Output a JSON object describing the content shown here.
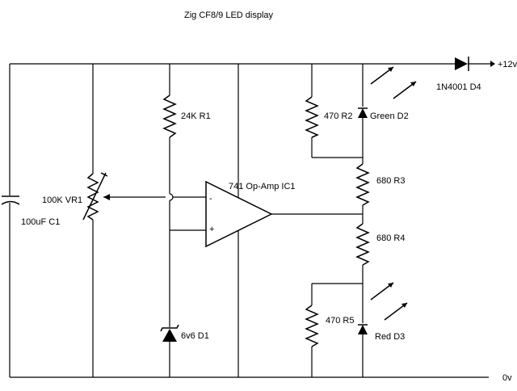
{
  "title": "Zig CF8/9 LED display",
  "rails": {
    "positive": "+12v",
    "ground": "0v"
  },
  "components": {
    "c1": "100uF C1",
    "vr1": "100K VR1",
    "r1": "24K R1",
    "d1": "6v6 D1",
    "ic1": "741 Op-Amp IC1",
    "ic1_inv": "-",
    "ic1_noninv": "+",
    "r2": "470 R2",
    "d2": "Green D2",
    "r3": "680 R3",
    "r4": "680 R4",
    "r5": "470 R5",
    "d3": "Red D3",
    "d4": "1N4001 D4"
  }
}
